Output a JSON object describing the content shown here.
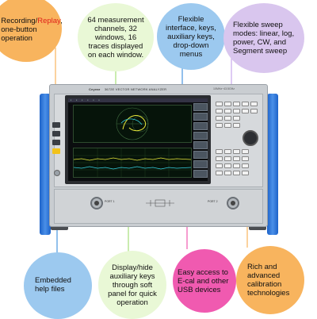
{
  "callouts": {
    "record": {
      "text_before": "Recording/",
      "highlight": "Replay",
      "text_after": ", one-button operation"
    },
    "channels": "64 measurement channels, 32 windows, 16 traces displayed on each window.",
    "flexible": "Flexible interface, keys, auxiliary keys, drop-down menus",
    "sweep": "Flexible sweep modes: linear, log, power, CW, and Segment sweep",
    "help": "Embedded help files",
    "display": "Display/hide auxiliary keys through soft panel for quick operation",
    "easy": "Easy access to E-cal and other USB devices",
    "rich": "Rich and advanced calibration technologies"
  },
  "instrument": {
    "brand": "Ceyear",
    "model": "3672E VECTOR NETWORK ANALYZER",
    "model_short": "10MHz~43.5GHz",
    "port1": "PORT 1",
    "port2": "PORT 2"
  },
  "colors": {
    "orange": "#f8b45e",
    "light_green": "#e9f8d6",
    "light_blue": "#9cc9ef",
    "lavender": "#d9c6ee",
    "pink": "#f05ab0",
    "highlight_red": "#e0201a",
    "handle_blue": "#1d63c9"
  }
}
